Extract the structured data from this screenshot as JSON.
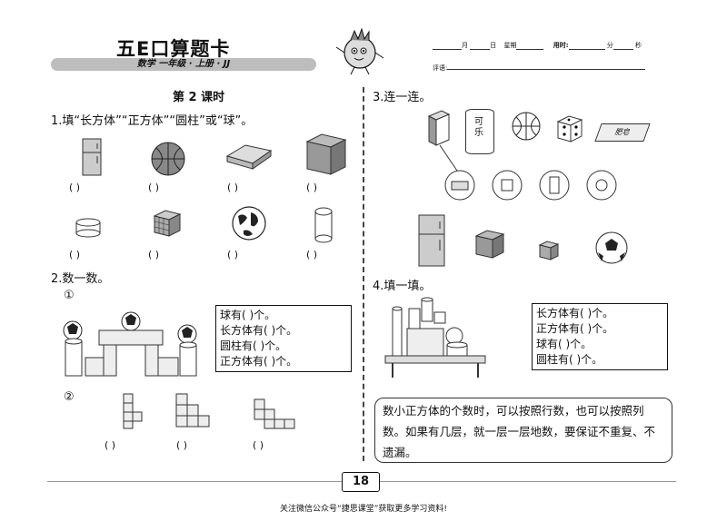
{
  "header": {
    "brand_title": "五E口算题卡",
    "subtitle": "数学 一年级 · 上册 · JJ",
    "date_month": "月",
    "date_day": "日",
    "date_weekday": "星期",
    "time_label": "用时:",
    "time_min": "分",
    "time_sec": "秒",
    "eval_label": "评语:"
  },
  "lesson_title": "第 2 课时",
  "q1": {
    "title": "1.填“长方体”“正方体”“圆柱”或“球”。",
    "blank": "(        )"
  },
  "q2": {
    "title": "2.数一数。",
    "sub1": "①",
    "sub2": "②",
    "count_lines": [
      "球有(      )个。",
      "长方体有(      )个。",
      "圆柱有(      )个。",
      "正方体有(      )个。"
    ],
    "blank": "(        )"
  },
  "q3": {
    "title": "3.连一连。",
    "cola_text": "可乐",
    "soap_text": "肥皂"
  },
  "q4": {
    "title": "4.填一填。",
    "count_lines": [
      "长方体有(      )个。",
      "正方体有(      )个。",
      "球有(      )个。",
      "圆柱有(      )个。"
    ]
  },
  "tip_text": "数小正方体的个数时，可以按照行数，也可以按照列数。如果有几层，就一层一层地数，要保证不重复、不遗漏。",
  "page_number": "18",
  "footer_text": "关注微信公众号“捷思课堂”获取更多学习资料!"
}
